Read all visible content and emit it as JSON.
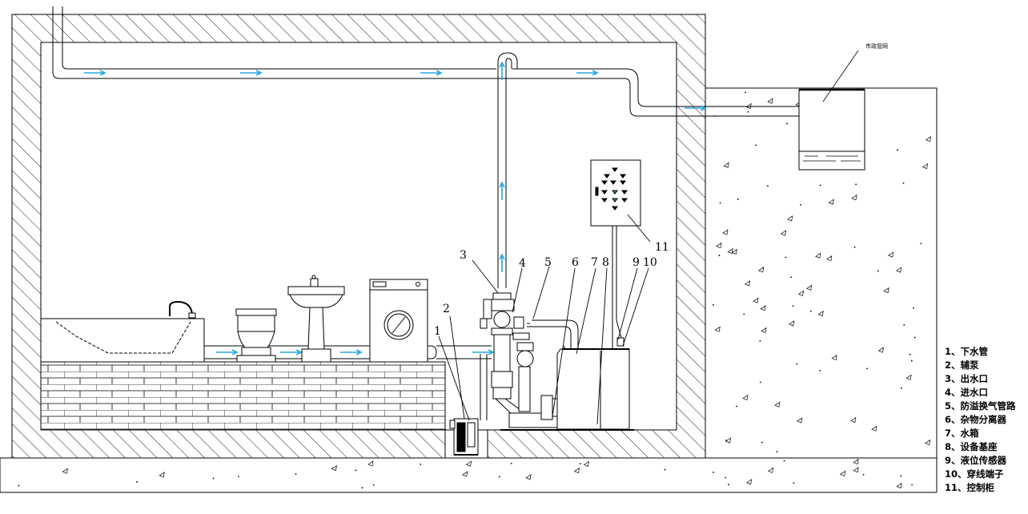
{
  "title": "",
  "municipal_label": "市政管网",
  "callouts": {
    "c1": "1",
    "c2": "2",
    "c3": "3",
    "c4": "4",
    "c5": "5",
    "c6": "6",
    "c7": "7",
    "c8": "8",
    "c9": "9",
    "c10": "10",
    "c11": "11"
  },
  "legend": [
    "1、下水管",
    "2、辅泵",
    "3、出水口",
    "4、进水口",
    "5、防溢换气管路",
    "6、杂物分离器",
    "7、水箱",
    "8、设备基座",
    "9、液位传感器",
    "10、穿线端子",
    "11、控制柜"
  ],
  "colors": {
    "line": "#000000",
    "flow_arrow": "#29a8e0",
    "indicator": "#2a9d4a",
    "background": "#ffffff"
  },
  "icons": [
    "bathtub-icon",
    "toilet-icon",
    "washbasin-icon",
    "washing-machine-icon",
    "control-cabinet-icon",
    "pump-icon"
  ]
}
